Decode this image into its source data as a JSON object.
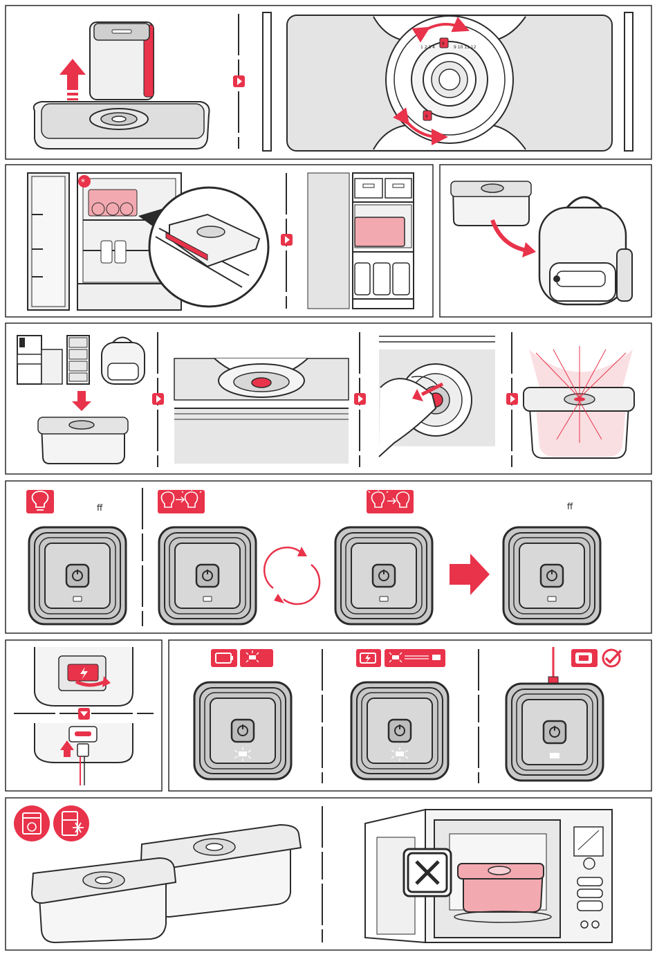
{
  "colors": {
    "accent": "#e8334a",
    "accent_light": "#f3a9b0",
    "stroke": "#2a2a2a",
    "panel_fill": "#e4e4e4",
    "pump_fill": "#d6d6d6"
  },
  "row4": {
    "label_a": "ff",
    "label_b": "ff"
  },
  "dial": {
    "numbers_top": "1 2 3 4",
    "number_a": "8",
    "numbers_tail": "9 10 11 12",
    "number_b": "8"
  },
  "icons": {
    "bulb": "lightbulb-icon",
    "bulb_blink": "bulb-blink-icon",
    "battery": "battery-icon",
    "battery_charge": "battery-charging-icon",
    "check": "checkmark-circle-icon",
    "dishwasher": "dishwasher-icon",
    "freezer": "freezer-icon",
    "cross": "no-microwave-icon",
    "cycle": "cycle-arrows-icon",
    "arrow_right": "arrow-right-icon",
    "arrow_down": "arrow-down-icon",
    "power": "power-button-icon"
  }
}
